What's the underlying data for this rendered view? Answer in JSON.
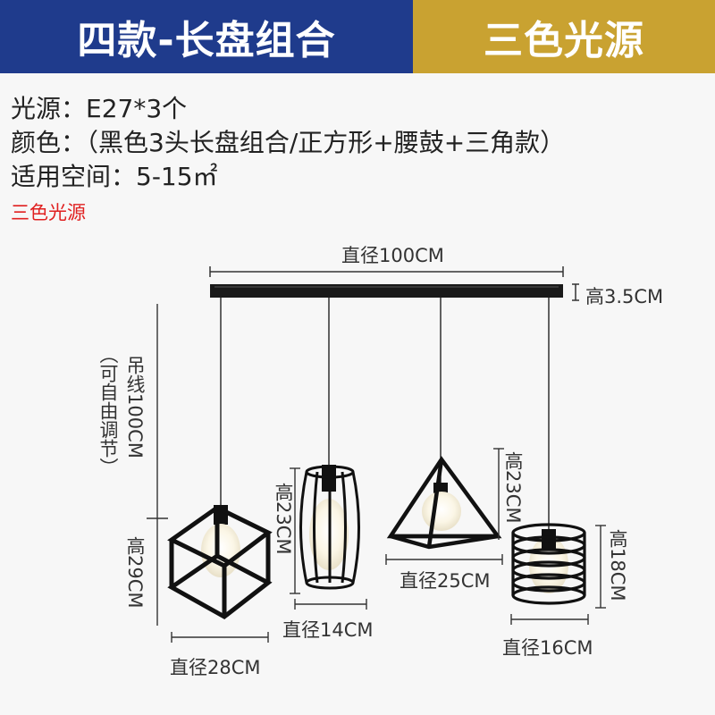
{
  "banner": {
    "left_title": "四款-长盘组合",
    "right_title": "三色光源"
  },
  "colors": {
    "left_banner": "#1f3b8c",
    "right_banner": "#c9a231",
    "accent_red": "#e02020"
  },
  "specs": {
    "light_source": "光源：E27*3个",
    "color": "颜色：（黑色3头长盘组合/正方形+腰鼓+三角款）",
    "space": "适用空间：5-15㎡",
    "tri_color": "三色光源"
  },
  "dimensions": {
    "ceiling_width": "直径100CM",
    "ceiling_height": "高3.5CM",
    "cable_length": "吊线100CM",
    "cable_note": "（可自由调节）",
    "cube_height": "高29CM",
    "cube_width": "直径28CM",
    "drum_height": "高23CM",
    "drum_width": "直径14CM",
    "triangle_height": "高23CM",
    "triangle_width": "直径25CM",
    "spiral_height": "高18CM",
    "spiral_width": "直径16CM"
  }
}
